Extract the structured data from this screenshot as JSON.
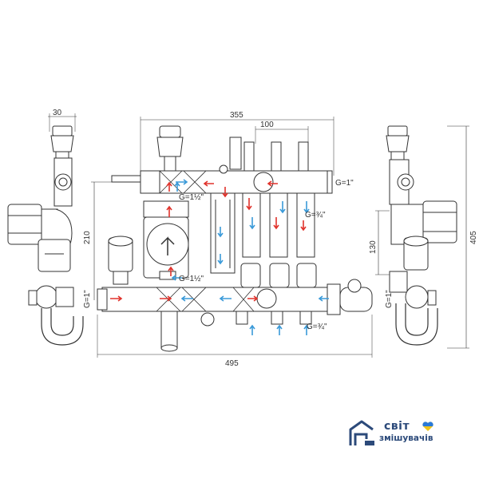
{
  "dimensions": {
    "side_width": "30",
    "total_height": "355",
    "spacing": "100",
    "thread_top": "G=1\"",
    "pump_height": "210",
    "left_thread": "G=1\"",
    "ports_top": "G=1½\"",
    "ports_bottom": "G=1½\"",
    "outlet_top": "G=¾\"",
    "outlet_bottom": "G=¾\"",
    "overall_width": "495",
    "right_height_1": "130",
    "right_height_2": "405",
    "right_thread": "G=1\""
  },
  "logo": {
    "line1": "світ",
    "line2": "змішувачів",
    "brand_color": "#2c4a7a",
    "heart_top": "#2a7ad8",
    "heart_bottom": "#f0c419"
  },
  "arrow_colors": {
    "hot": "#e0322b",
    "cold": "#3a9ad9"
  }
}
